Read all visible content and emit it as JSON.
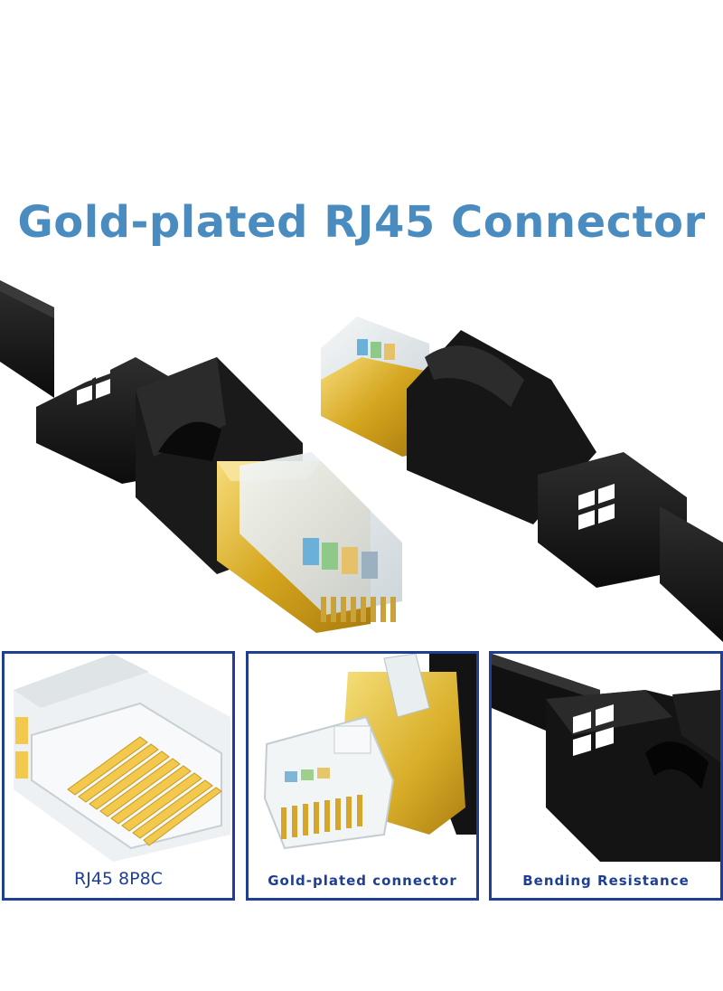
{
  "headline": {
    "text": "Gold-plated RJ45 Connector",
    "color": "#4a8cc0"
  },
  "hero": {
    "subject": "flat-black-ethernet-cable-with-two-gold-plated-rj45-connectors"
  },
  "panels": [
    {
      "caption": "RJ45 8P8C",
      "image": "rj45-pins-closeup"
    },
    {
      "caption": "Gold-plated connector",
      "image": "gold-plated-connector-closeup"
    },
    {
      "caption": "Bending Resistance",
      "image": "cable-strain-relief-closeup"
    }
  ],
  "colors": {
    "frame": "#1f3f93",
    "gold": "#d4a51e",
    "cable": "#141414"
  }
}
